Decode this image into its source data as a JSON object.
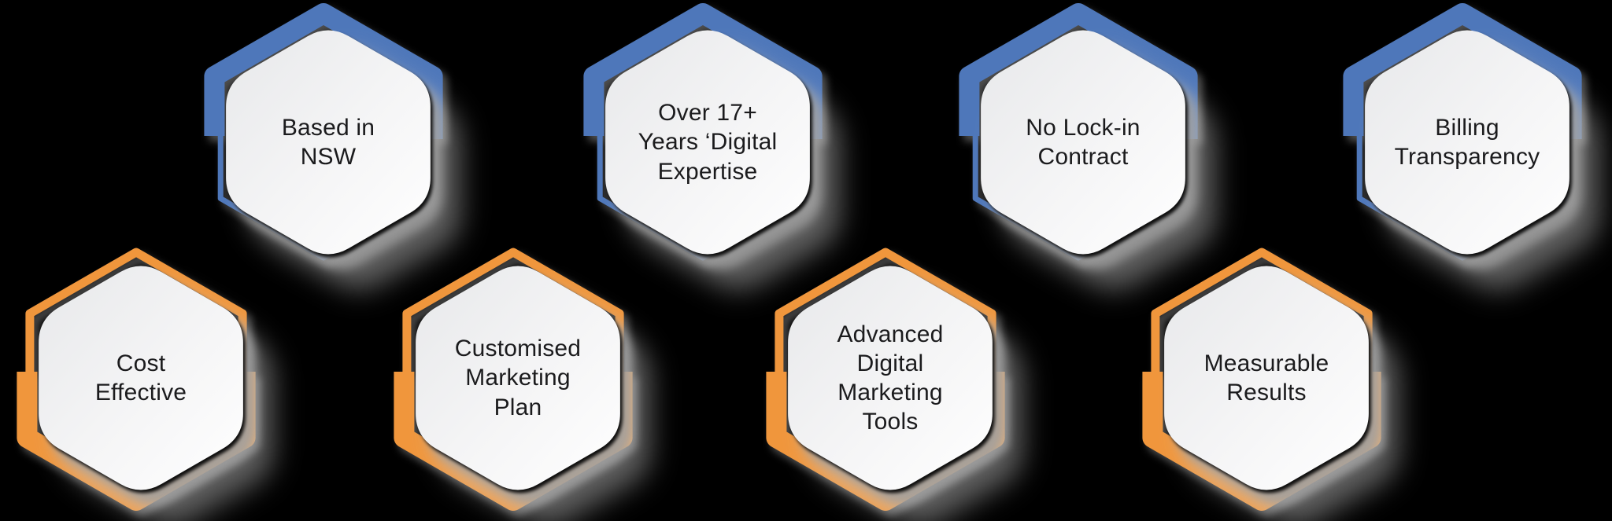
{
  "background": "#000000",
  "colors": {
    "blue": "#4E77BA",
    "orange": "#F0963C",
    "text": "#1B1B1D"
  },
  "rows": {
    "top_ring_color": "blue",
    "bottom_ring_color": "orange"
  },
  "items": [
    {
      "label": "Based in\nNSW",
      "variant": "blue"
    },
    {
      "label": "Over 17+\nYears ‘Digital\nExpertise",
      "variant": "blue"
    },
    {
      "label": "No Lock-in\nContract",
      "variant": "blue"
    },
    {
      "label": "Billing\nTransparency",
      "variant": "blue"
    },
    {
      "label": "Cost\nEffective",
      "variant": "orange"
    },
    {
      "label": "Customised\nMarketing\nPlan",
      "variant": "orange"
    },
    {
      "label": "Advanced\nDigital\nMarketing\nTools",
      "variant": "orange"
    },
    {
      "label": "Measurable\nResults",
      "variant": "orange"
    }
  ]
}
